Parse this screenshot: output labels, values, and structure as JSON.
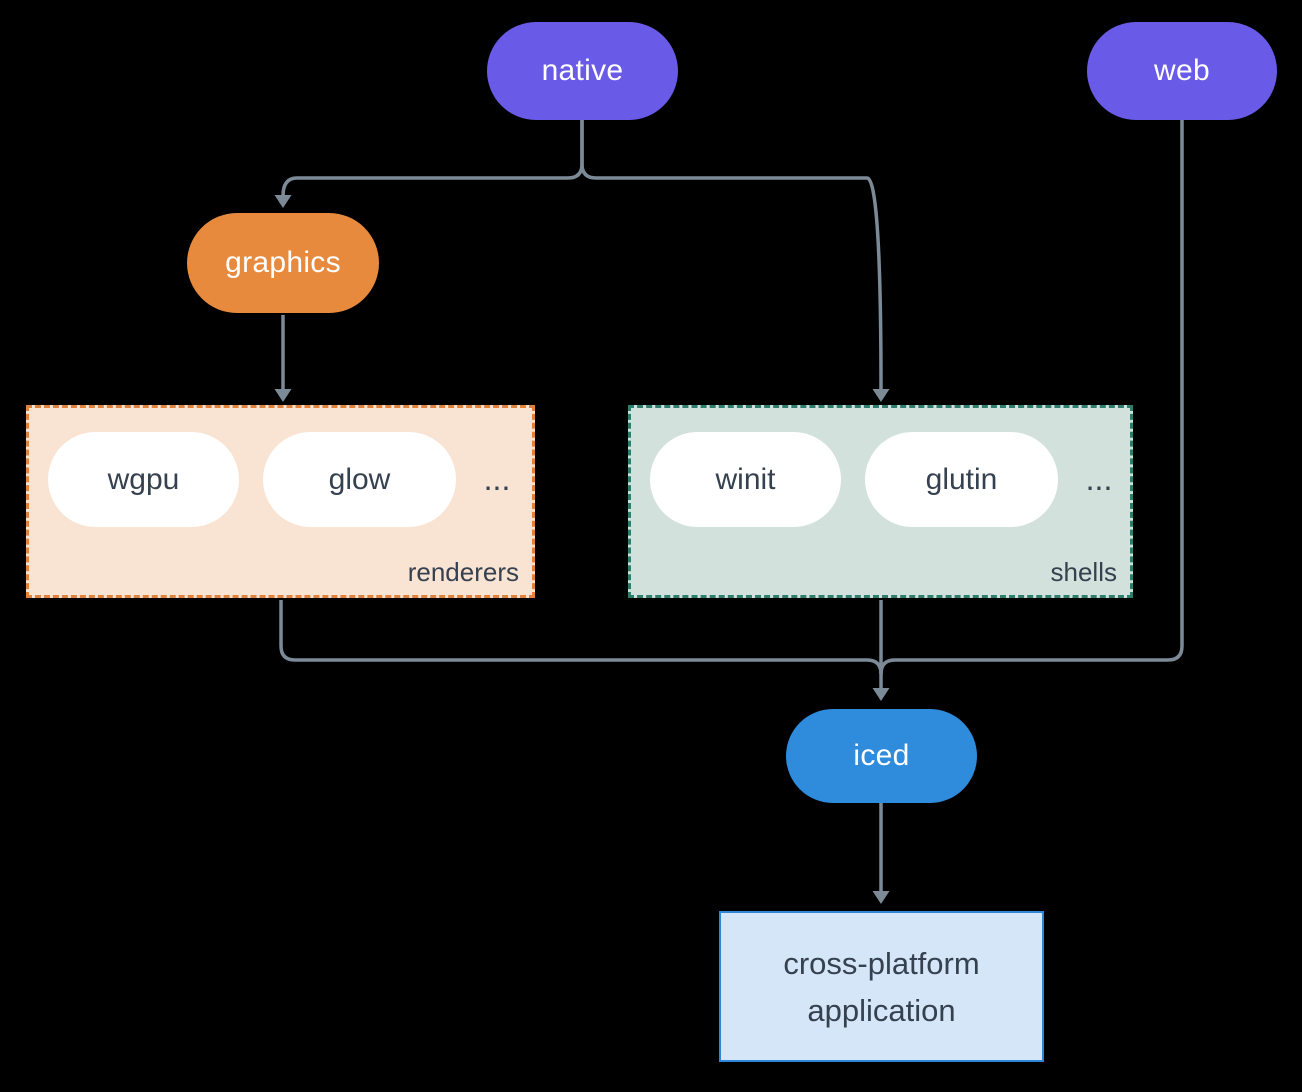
{
  "diagram": {
    "background_color": "#000000",
    "edge_color": "#7C8A97",
    "nodes": {
      "native": {
        "label": "native",
        "color": "#695AE8",
        "text_color": "#FFFFFF"
      },
      "web": {
        "label": "web",
        "color": "#695AE8",
        "text_color": "#FFFFFF"
      },
      "graphics": {
        "label": "graphics",
        "color": "#E78A3E",
        "text_color": "#FFFFFF"
      },
      "iced": {
        "label": "iced",
        "color": "#2F8BDB",
        "text_color": "#FFFFFF"
      }
    },
    "groups": {
      "renderers": {
        "label": "renderers",
        "background": "#F9E3D3",
        "border_color": "#E0823C",
        "items": [
          "wgpu",
          "glow"
        ],
        "ellipsis": "..."
      },
      "shells": {
        "label": "shells",
        "background": "#D2E1DB",
        "border_color": "#2F7D6D",
        "items": [
          "winit",
          "glutin"
        ],
        "ellipsis": "..."
      }
    },
    "app_box": {
      "label_line1": "cross-platform",
      "label_line2": "application",
      "background": "#D4E6F8",
      "border_color": "#2E86D9",
      "text_color": "#36414F"
    }
  }
}
